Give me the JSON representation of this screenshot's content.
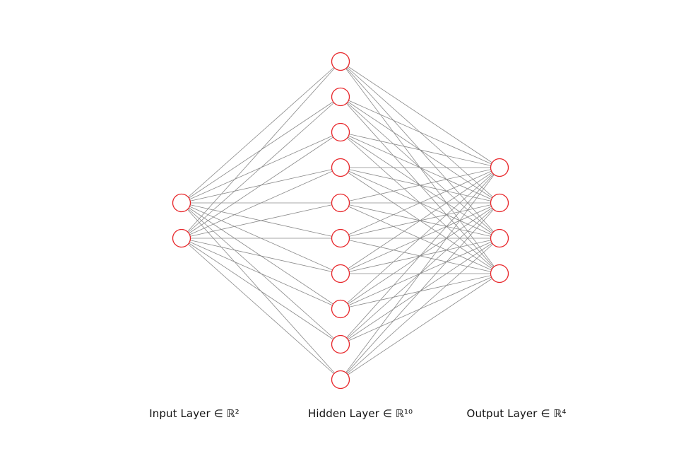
{
  "layers": [
    {
      "label": "Input Layer ∈ ℝ²",
      "units": 2
    },
    {
      "label": "Hidden Layer ∈ ℝ¹⁰",
      "units": 10
    },
    {
      "label": "Output Layer ∈ ℝ⁴",
      "units": 4
    }
  ],
  "colors": {
    "node_stroke": "#e8262a",
    "node_fill": "#ffffff",
    "edge": "#8a8a8a",
    "label": "#111111"
  }
}
